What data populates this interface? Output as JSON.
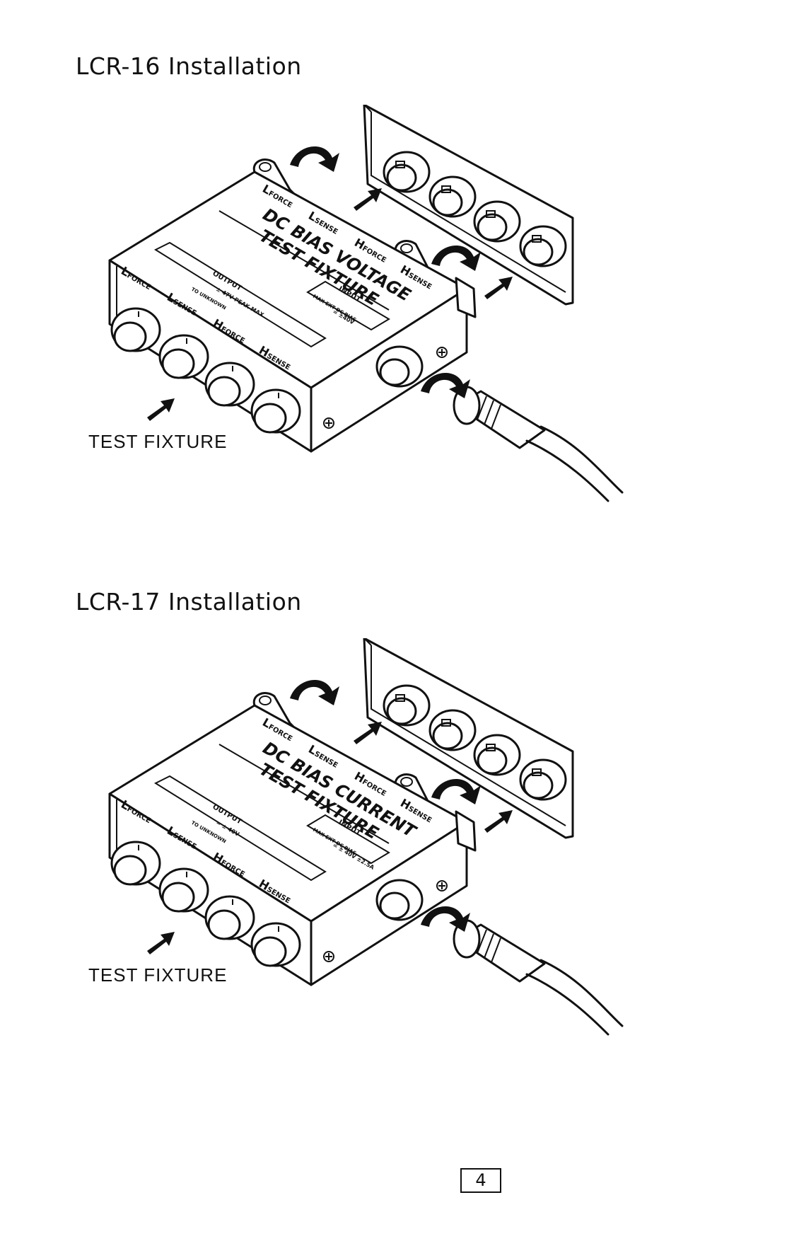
{
  "sections": [
    {
      "title": "LCR-16 Installation",
      "fixture": {
        "connectors": [
          "L",
          "L",
          "H",
          "H"
        ],
        "connector_subs": [
          "FORCE",
          "SENSE",
          "FORCE",
          "SENSE"
        ],
        "title_line1": "DC  BIAS  VOLTAGE",
        "title_line2": "TEST  FIXTURE",
        "output_label": "OUTPUT",
        "output_note": "TO UNKNOWN",
        "output_spec": "± 47V PEAK MAX",
        "input_label": "INPUT",
        "input_source": "MAX EXT DC BIAS",
        "input_spec": "= ±40V",
        "arrow_label": "TEST FIXTURE"
      }
    },
    {
      "title": "LCR-17 Installation",
      "fixture": {
        "connectors": [
          "L",
          "L",
          "H",
          "H"
        ],
        "connector_subs": [
          "FORCE",
          "SENSE",
          "FORCE",
          "SENSE"
        ],
        "title_line1": "DC  BIAS  CURRENT",
        "title_line2": "TEST  FIXTURE",
        "output_label": "OUTPUT",
        "output_note": "TO UNKNOWN",
        "output_spec": "= ± 40V",
        "input_label": "INPUT",
        "input_source": "MAX EXT DC BIAS",
        "input_spec": "= ± 40V ±2.5A",
        "arrow_label": "TEST FIXTURE"
      }
    }
  ],
  "page_number": "4"
}
